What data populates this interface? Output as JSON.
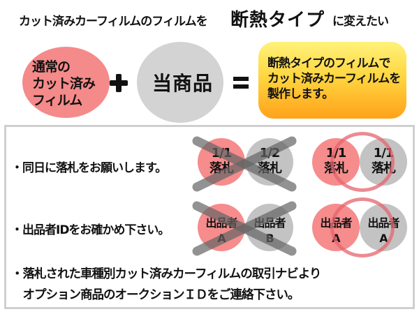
{
  "header": {
    "prefix": "カット済みカーフィルムのフィルムを",
    "emphasis": "断熱タイプ",
    "suffix": "に変えたい"
  },
  "equation": {
    "left_circle": [
      "通常の",
      "カット済み",
      "フィルム"
    ],
    "plus_symbol": "plus-icon",
    "middle_circle": "当商品",
    "equals_symbol": "equals-icon",
    "result": [
      "断熱タイプのフィルムで",
      "カット済みカーフィルムを",
      "製作します。"
    ]
  },
  "colors": {
    "pink": "#f58a8a",
    "gray": "#d3d3d3",
    "yellow_top": "#fff27a",
    "orange_bottom": "#ffa21a",
    "panel_border": "#cfcfcf",
    "cross": "#777777",
    "ring": "#e6646e"
  },
  "rules": [
    {
      "label": "・同日に落札をお願いします。",
      "wrong": {
        "left": [
          "1/1",
          "落札"
        ],
        "right": [
          "1/2",
          "落札"
        ],
        "mark": "cross-icon"
      },
      "right": {
        "left": [
          "1/1",
          "落札"
        ],
        "right": [
          "1/1",
          "落札"
        ],
        "mark": "circle-ok-icon"
      }
    },
    {
      "label": "・出品者IDをお確かめ下さい。",
      "wrong": {
        "left": [
          "出品者",
          "A"
        ],
        "right": [
          "出品者",
          "B"
        ],
        "mark": "cross-icon"
      },
      "right": {
        "left": [
          "出品者",
          "A"
        ],
        "right": [
          "出品者",
          "A"
        ],
        "mark": "circle-ok-icon"
      }
    }
  ],
  "note": {
    "line1": "・落札された車種別カット済みカーフィルムの取引ナビより",
    "line2": "　オプション商品のオークションＩＤをご連絡下さい。"
  }
}
